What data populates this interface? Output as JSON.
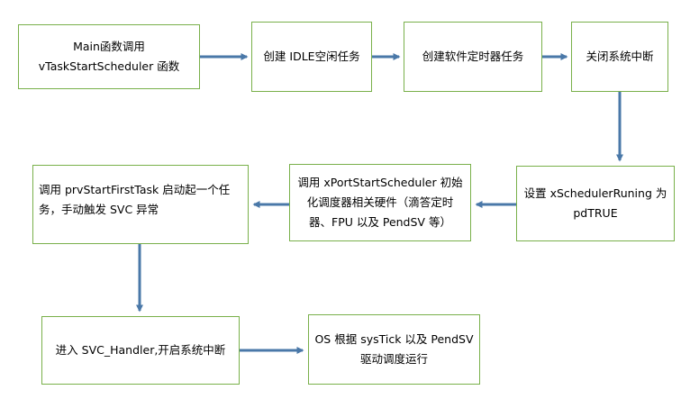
{
  "diagram": {
    "nodes": [
      {
        "id": "n1",
        "text": "Main函数调用\nvTaskStartScheduler 函数"
      },
      {
        "id": "n2",
        "text": "创建 IDLE空闲任务"
      },
      {
        "id": "n3",
        "text": "创建软件定时器任务"
      },
      {
        "id": "n4",
        "text": "关闭系统中断"
      },
      {
        "id": "n5",
        "text": "设置 xSchedulerRuning 为\npdTRUE"
      },
      {
        "id": "n6",
        "text": "调用 xPortStartScheduler 初始\n化调度器相关硬件（滴答定时\n器、FPU 以及 PendSV 等）"
      },
      {
        "id": "n7",
        "text": "调用 prvStartFirstTask 启动起一个任\n务，手动触发 SVC 异常"
      },
      {
        "id": "n8",
        "text": "进入 SVC_Handler,开启系统中断"
      },
      {
        "id": "n9",
        "text": "OS 根据 sysTick 以及 PendSV\n驱动调度运行"
      }
    ],
    "edges": [
      {
        "from": "n1",
        "to": "n2"
      },
      {
        "from": "n2",
        "to": "n3"
      },
      {
        "from": "n3",
        "to": "n4"
      },
      {
        "from": "n4",
        "to": "n5"
      },
      {
        "from": "n5",
        "to": "n6"
      },
      {
        "from": "n6",
        "to": "n7"
      },
      {
        "from": "n7",
        "to": "n8"
      },
      {
        "from": "n8",
        "to": "n9"
      }
    ],
    "colors": {
      "box_border": "#79b04a",
      "arrow": "#4a78a8"
    }
  }
}
